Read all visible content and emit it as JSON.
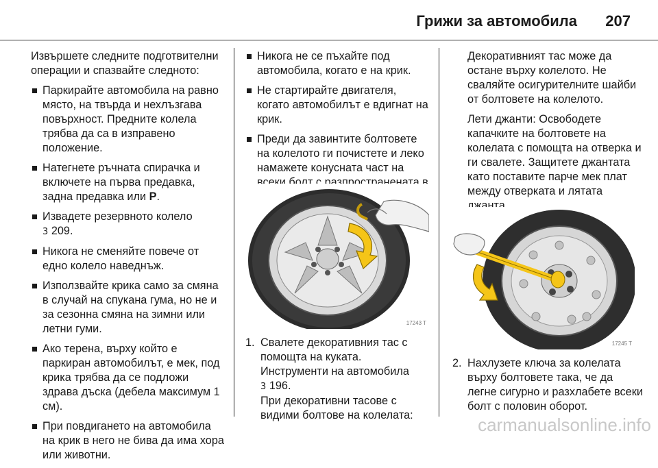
{
  "header": {
    "title": "Грижи за автомобила",
    "page_number": "207"
  },
  "col1": {
    "intro": "Извършете следните подготвителни операции и спазвайте следното:",
    "bullets": [
      "Паркирайте автомобила на равно място, на твърда и нехлъзгава повърхност. Предните колела трябва да са в изправено положение.",
      "Натегнете ръчната спирачка и включете на първа предавка, задна предавка или",
      "Извадете резервното колело",
      "Никога не сменяйте повече от едно колело наведнъж.",
      "Използвайте крика само за смяна в случай на спукана гума, но не и за сезонна смяна на зимни или летни гуми.",
      "Ако терена, върху който е паркиран автомобилът, е мек, под крика трябва да се подложи здрава дъска (дебела максимум 1 см).",
      "При повдигането на автомобила на крик в него не бива да има хора или животни."
    ],
    "gear_p": "P",
    "ref_arrow": "3",
    "ref_page": "209."
  },
  "col2": {
    "bullets": [
      "Никога не се пъхайте под автомобила, когато е на крик.",
      "Не стартирайте двигателя, когато автомобилът е вдигнат на крик.",
      "Преди да завинтите болтовете на колелото ги почистете и леко намажете конусната част на всеки болт с разпространената в търговската мрежа грес."
    ],
    "figure_code": "17243 T",
    "step1": {
      "num": "1.",
      "text": "Свалете декоративния тас с помощта на куката. Инструменти на автомобила",
      "ref_arrow": "3",
      "ref_page": "196.",
      "sub": "При декоративни тасове с видими болтове на колелата:"
    }
  },
  "col3": {
    "p1": "Декоративният тас може да остане върху колелото. Не сваляйте осигурителните шайби от болтовете на колелото.",
    "p2": "Лети джанти: Освободете капачките на болтовете на колелата с помощта на отверка и ги свалете. Защитете джантата като поставите парче мек плат между отверката и лятата джанта.",
    "figure_code": "17245 T",
    "step2": {
      "num": "2.",
      "text": "Нахлузете ключа за колелата върху болтовете така, че да легне сигурно и разхлабете всеки болт с половин оборот."
    }
  },
  "footer": {
    "watermark": "carmanualsonline.info"
  },
  "colors": {
    "arrow_yellow": "#f5c518",
    "text": "#1a1a1a",
    "rule": "#333333"
  }
}
